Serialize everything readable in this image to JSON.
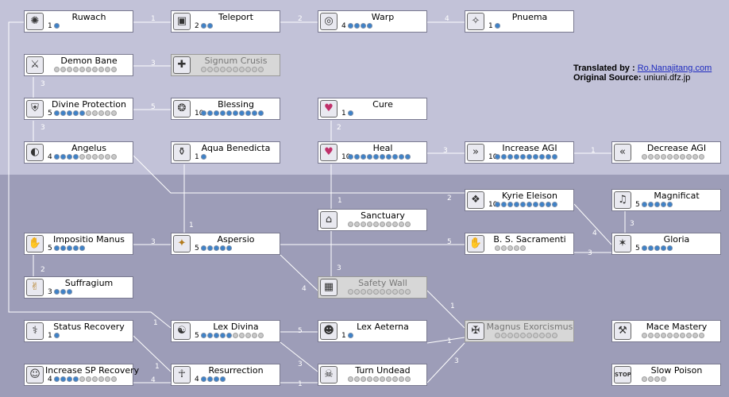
{
  "credits": {
    "translated_label": "Translated by :",
    "translated_value": "Ro.Nanajitang.com",
    "source_label": "Original Source:",
    "source_value": "uniuni.dfz.jp"
  },
  "skills": {
    "ruwach": {
      "name": "Ruwach",
      "level": "1",
      "filled": 1,
      "total": 1
    },
    "teleport": {
      "name": "Teleport",
      "level": "2",
      "filled": 2,
      "total": 2
    },
    "warp": {
      "name": "Warp",
      "level": "4",
      "filled": 4,
      "total": 4
    },
    "pnuema": {
      "name": "Pnuema",
      "level": "1",
      "filled": 1,
      "total": 1
    },
    "demon_bane": {
      "name": "Demon Bane",
      "level": "",
      "filled": 0,
      "total": 10
    },
    "signum_crusis": {
      "name": "Signum Crusis",
      "level": "",
      "filled": 0,
      "total": 10
    },
    "divine_protection": {
      "name": "Divine Protection",
      "level": "5",
      "filled": 5,
      "total": 10
    },
    "blessing": {
      "name": "Blessing",
      "level": "10",
      "filled": 10,
      "total": 10
    },
    "cure": {
      "name": "Cure",
      "level": "1",
      "filled": 1,
      "total": 1
    },
    "angelus": {
      "name": "Angelus",
      "level": "4",
      "filled": 4,
      "total": 10
    },
    "aqua_benedicta": {
      "name": "Aqua Benedicta",
      "level": "1",
      "filled": 1,
      "total": 1
    },
    "heal": {
      "name": "Heal",
      "level": "10",
      "filled": 10,
      "total": 10
    },
    "increase_agi": {
      "name": "Increase AGI",
      "level": "10",
      "filled": 10,
      "total": 10
    },
    "decrease_agi": {
      "name": "Decrease AGI",
      "level": "",
      "filled": 0,
      "total": 10
    },
    "kyrie_eleison": {
      "name": "Kyrie Eleison",
      "level": "10",
      "filled": 10,
      "total": 10
    },
    "magnificat": {
      "name": "Magnificat",
      "level": "5",
      "filled": 5,
      "total": 5
    },
    "sanctuary": {
      "name": "Sanctuary",
      "level": "",
      "filled": 0,
      "total": 10
    },
    "impositio_manus": {
      "name": "Impositio Manus",
      "level": "5",
      "filled": 5,
      "total": 5
    },
    "aspersio": {
      "name": "Aspersio",
      "level": "5",
      "filled": 5,
      "total": 5
    },
    "bs_sacramenti": {
      "name": "B. S. Sacramenti",
      "level": "",
      "filled": 0,
      "total": 5
    },
    "gloria": {
      "name": "Gloria",
      "level": "5",
      "filled": 5,
      "total": 5
    },
    "suffragium": {
      "name": "Suffragium",
      "level": "3",
      "filled": 3,
      "total": 3
    },
    "safety_wall": {
      "name": "Safety Wall",
      "level": "",
      "filled": 0,
      "total": 10
    },
    "status_recovery": {
      "name": "Status Recovery",
      "level": "1",
      "filled": 1,
      "total": 1
    },
    "lex_divina": {
      "name": "Lex Divina",
      "level": "5",
      "filled": 5,
      "total": 10
    },
    "lex_aeterna": {
      "name": "Lex Aeterna",
      "level": "1",
      "filled": 1,
      "total": 1
    },
    "magnus_exorcismus": {
      "name": "Magnus Exorcismus",
      "level": "",
      "filled": 0,
      "total": 10
    },
    "mace_mastery": {
      "name": "Mace Mastery",
      "level": "",
      "filled": 0,
      "total": 10
    },
    "increase_sp_recovery": {
      "name": "Increase SP Recovery",
      "level": "4",
      "filled": 4,
      "total": 10
    },
    "resurrection": {
      "name": "Resurrection",
      "level": "4",
      "filled": 4,
      "total": 4
    },
    "turn_undead": {
      "name": "Turn Undead",
      "level": "",
      "filled": 0,
      "total": 10
    },
    "slow_poison": {
      "name": "Slow Poison",
      "level": "",
      "filled": 0,
      "total": 4
    }
  },
  "requirements": {
    "ruwach_teleport": "1",
    "teleport_warp": "2",
    "warp_pnuema": "4",
    "demon_bane_signum": "3",
    "divine_demon_bane": "3",
    "divine_blessing": "5",
    "divine_angelus": "3",
    "heal_cure": "2",
    "heal_increase_agi": "3",
    "increase_agi_decrease_agi": "1",
    "angelus_kyrie": "2",
    "heal_sanctuary": "1",
    "aqua_aspersio": "1",
    "impositio_aspersio": "3",
    "aspersio_bs": "5",
    "magnificat_gloria": "3",
    "kyrie_gloria": "4",
    "gloria_bs": "3",
    "impositio_suffragium": "2",
    "aspersio_safety": "4",
    "sanctuary_safety": "3",
    "safety_magnus": "1",
    "ruwach_lex_divina": "1",
    "lex_divina_lex_aeterna": "5",
    "lex_aeterna_magnus": "1",
    "status_resurrection": "1",
    "sp_resurrection": "4",
    "lex_divina_turn": "3",
    "resurrection_turn": "1",
    "turn_magnus": "3"
  }
}
